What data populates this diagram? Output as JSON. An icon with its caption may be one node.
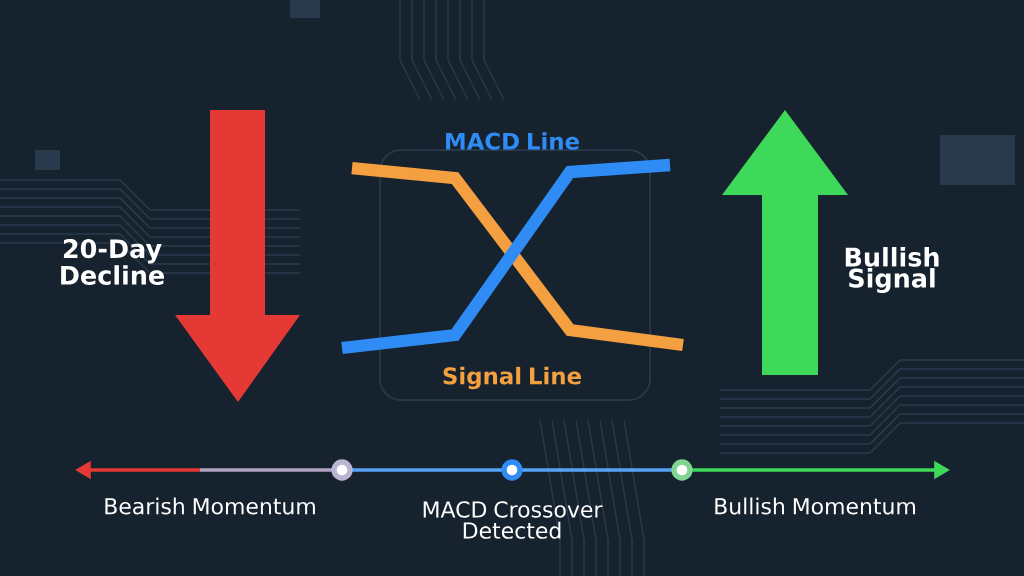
{
  "diagram": {
    "labels": [
      "MACD Line",
      "20-Day Decline",
      "Bullish Signal",
      "Signal Line",
      "Bearish Momentum",
      "MACD Crossover Detected",
      "Bullish Momentum"
    ]
  }
}
